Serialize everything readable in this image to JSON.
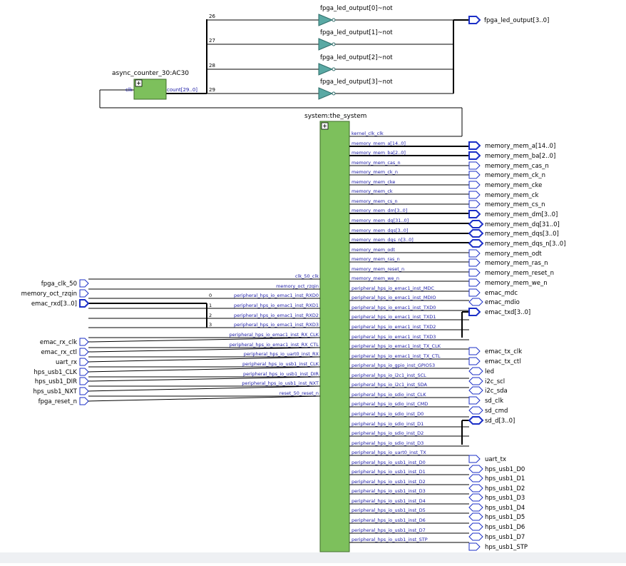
{
  "blocks": {
    "counter": {
      "title": "async_counter_30:AC30",
      "port_in": "clk",
      "port_out": "count[29..0]"
    },
    "system": {
      "title": "system:the_system"
    }
  },
  "bus_taps": [
    "26",
    "27",
    "28",
    "29"
  ],
  "gates": [
    "fpga_led_output[0]~not",
    "fpga_led_output[1]~not",
    "fpga_led_output[2]~not",
    "fpga_led_output[3]~not"
  ],
  "led_output_pin": "fpga_led_output[3..0]",
  "emac_rxd_taps": [
    "0",
    "1",
    "2",
    "3"
  ],
  "system_inputs": [
    "clk_50_clk",
    "memory_oct_rzqin",
    "peripheral_hps_io_emac1_inst_RXD0",
    "peripheral_hps_io_emac1_inst_RXD1",
    "peripheral_hps_io_emac1_inst_RXD2",
    "peripheral_hps_io_emac1_inst_RXD3",
    "peripheral_hps_io_emac1_inst_RX_CLK",
    "peripheral_hps_io_emac1_inst_RX_CTL",
    "peripheral_hps_io_uart0_inst_RX",
    "peripheral_hps_io_usb1_inst_CLK",
    "peripheral_hps_io_usb1_inst_DIR",
    "peripheral_hps_io_usb1_inst_NXT",
    "reset_50_reset_n"
  ],
  "system_outputs": [
    "kernel_clk_clk",
    "memory_mem_a[14..0]",
    "memory_mem_ba[2..0]",
    "memory_mem_cas_n",
    "memory_mem_ck_n",
    "memory_mem_cke",
    "memory_mem_ck",
    "memory_mem_cs_n",
    "memory_mem_dm[3..0]",
    "memory_mem_dq[31..0]",
    "memory_mem_dqs[3..0]",
    "memory_mem_dqs_n[3..0]",
    "memory_mem_odt",
    "memory_mem_ras_n",
    "memory_mem_reset_n",
    "memory_mem_we_n",
    "peripheral_hps_io_emac1_inst_MDC",
    "peripheral_hps_io_emac1_inst_MDIO",
    "peripheral_hps_io_emac1_inst_TXD0",
    "peripheral_hps_io_emac1_inst_TXD1",
    "peripheral_hps_io_emac1_inst_TXD2",
    "peripheral_hps_io_emac1_inst_TXD3",
    "peripheral_hps_io_emac1_inst_TX_CLK",
    "peripheral_hps_io_emac1_inst_TX_CTL",
    "peripheral_hps_io_gpio_inst_GPIO53",
    "peripheral_hps_io_i2c1_inst_SCL",
    "peripheral_hps_io_i2c1_inst_SDA",
    "peripheral_hps_io_sdio_inst_CLK",
    "peripheral_hps_io_sdio_inst_CMD",
    "peripheral_hps_io_sdio_inst_D0",
    "peripheral_hps_io_sdio_inst_D1",
    "peripheral_hps_io_sdio_inst_D2",
    "peripheral_hps_io_sdio_inst_D3",
    "peripheral_hps_io_uart0_inst_TX",
    "peripheral_hps_io_usb1_inst_D0",
    "peripheral_hps_io_usb1_inst_D1",
    "peripheral_hps_io_usb1_inst_D2",
    "peripheral_hps_io_usb1_inst_D3",
    "peripheral_hps_io_usb1_inst_D4",
    "peripheral_hps_io_usb1_inst_D5",
    "peripheral_hps_io_usb1_inst_D6",
    "peripheral_hps_io_usb1_inst_D7",
    "peripheral_hps_io_usb1_inst_STP"
  ],
  "input_pins": [
    {
      "label": "fpga_clk_50",
      "bus": false
    },
    {
      "label": "memory_oct_rzqin",
      "bus": false
    },
    {
      "label": "emac_rxd[3..0]",
      "bus": true
    },
    {
      "label": "emac_rx_clk",
      "bus": false
    },
    {
      "label": "emac_rx_ctl",
      "bus": false
    },
    {
      "label": "uart_rx",
      "bus": false
    },
    {
      "label": "hps_usb1_CLK",
      "bus": false
    },
    {
      "label": "hps_usb1_DIR",
      "bus": false
    },
    {
      "label": "hps_usb1_NXT",
      "bus": false
    },
    {
      "label": "fpga_reset_n",
      "bus": false
    }
  ],
  "output_pins": [
    {
      "label": "memory_mem_a[14..0]",
      "kind": "out",
      "bus": true
    },
    {
      "label": "memory_mem_ba[2..0]",
      "kind": "out",
      "bus": true
    },
    {
      "label": "memory_mem_cas_n",
      "kind": "out",
      "bus": false
    },
    {
      "label": "memory_mem_ck_n",
      "kind": "out",
      "bus": false
    },
    {
      "label": "memory_mem_cke",
      "kind": "out",
      "bus": false
    },
    {
      "label": "memory_mem_ck",
      "kind": "out",
      "bus": false
    },
    {
      "label": "memory_mem_cs_n",
      "kind": "out",
      "bus": false
    },
    {
      "label": "memory_mem_dm[3..0]",
      "kind": "out",
      "bus": true
    },
    {
      "label": "memory_mem_dq[31..0]",
      "kind": "bidir",
      "bus": true
    },
    {
      "label": "memory_mem_dqs[3..0]",
      "kind": "bidir",
      "bus": true
    },
    {
      "label": "memory_mem_dqs_n[3..0]",
      "kind": "bidir",
      "bus": true
    },
    {
      "label": "memory_mem_odt",
      "kind": "out",
      "bus": false
    },
    {
      "label": "memory_mem_ras_n",
      "kind": "out",
      "bus": false
    },
    {
      "label": "memory_mem_reset_n",
      "kind": "out",
      "bus": false
    },
    {
      "label": "memory_mem_we_n",
      "kind": "out",
      "bus": false
    },
    {
      "label": "emac_mdc",
      "kind": "out",
      "bus": false
    },
    {
      "label": "emac_mdio",
      "kind": "bidir",
      "bus": false
    },
    {
      "label": "emac_txd[3..0]",
      "kind": "out",
      "bus": true
    },
    {
      "label": "emac_tx_clk",
      "kind": "out",
      "bus": false
    },
    {
      "label": "emac_tx_ctl",
      "kind": "out",
      "bus": false
    },
    {
      "label": "led",
      "kind": "bidir",
      "bus": false
    },
    {
      "label": "i2c_scl",
      "kind": "bidir",
      "bus": false
    },
    {
      "label": "i2c_sda",
      "kind": "bidir",
      "bus": false
    },
    {
      "label": "sd_clk",
      "kind": "out",
      "bus": false
    },
    {
      "label": "sd_cmd",
      "kind": "bidir",
      "bus": false
    },
    {
      "label": "sd_d[3..0]",
      "kind": "bidir",
      "bus": true
    },
    {
      "label": "uart_tx",
      "kind": "out",
      "bus": false
    },
    {
      "label": "hps_usb1_D0",
      "kind": "bidir",
      "bus": false
    },
    {
      "label": "hps_usb1_D1",
      "kind": "bidir",
      "bus": false
    },
    {
      "label": "hps_usb1_D2",
      "kind": "bidir",
      "bus": false
    },
    {
      "label": "hps_usb1_D3",
      "kind": "bidir",
      "bus": false
    },
    {
      "label": "hps_usb1_D4",
      "kind": "bidir",
      "bus": false
    },
    {
      "label": "hps_usb1_D5",
      "kind": "bidir",
      "bus": false
    },
    {
      "label": "hps_usb1_D6",
      "kind": "bidir",
      "bus": false
    },
    {
      "label": "hps_usb1_D7",
      "kind": "bidir",
      "bus": false
    },
    {
      "label": "hps_usb1_STP",
      "kind": "out",
      "bus": false
    }
  ],
  "colors": {
    "block_fill": "#7dc05c",
    "block_border": "#3e6b2a",
    "gate_fill": "#5aa9a4",
    "pin_stroke": "#1b2fc7",
    "wire": "#000000",
    "label": "#1a1aa6"
  }
}
